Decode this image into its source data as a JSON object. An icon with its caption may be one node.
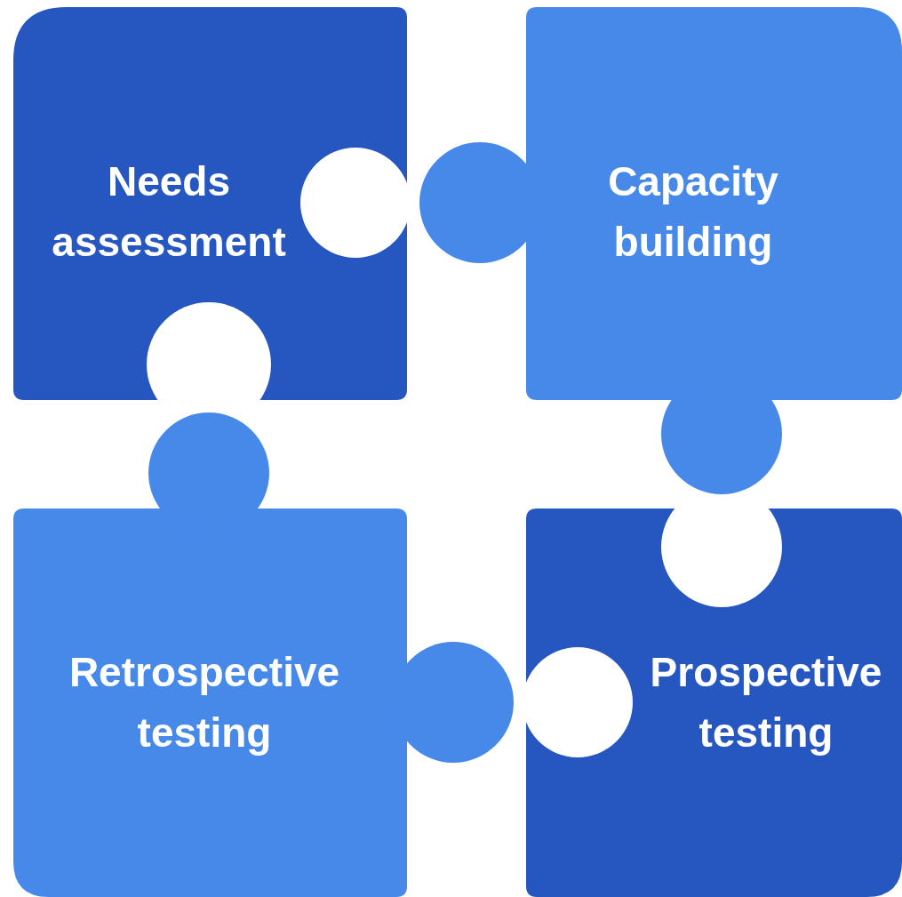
{
  "diagram": {
    "nodes": [
      {
        "text": [
          "Needs assessment"
        ]
      },
      {
        "text": [
          "Capacity building"
        ]
      },
      {
        "text": [
          "Retrospective testing"
        ]
      },
      {
        "text": [
          "Prospective testing"
        ]
      }
    ]
  }
}
